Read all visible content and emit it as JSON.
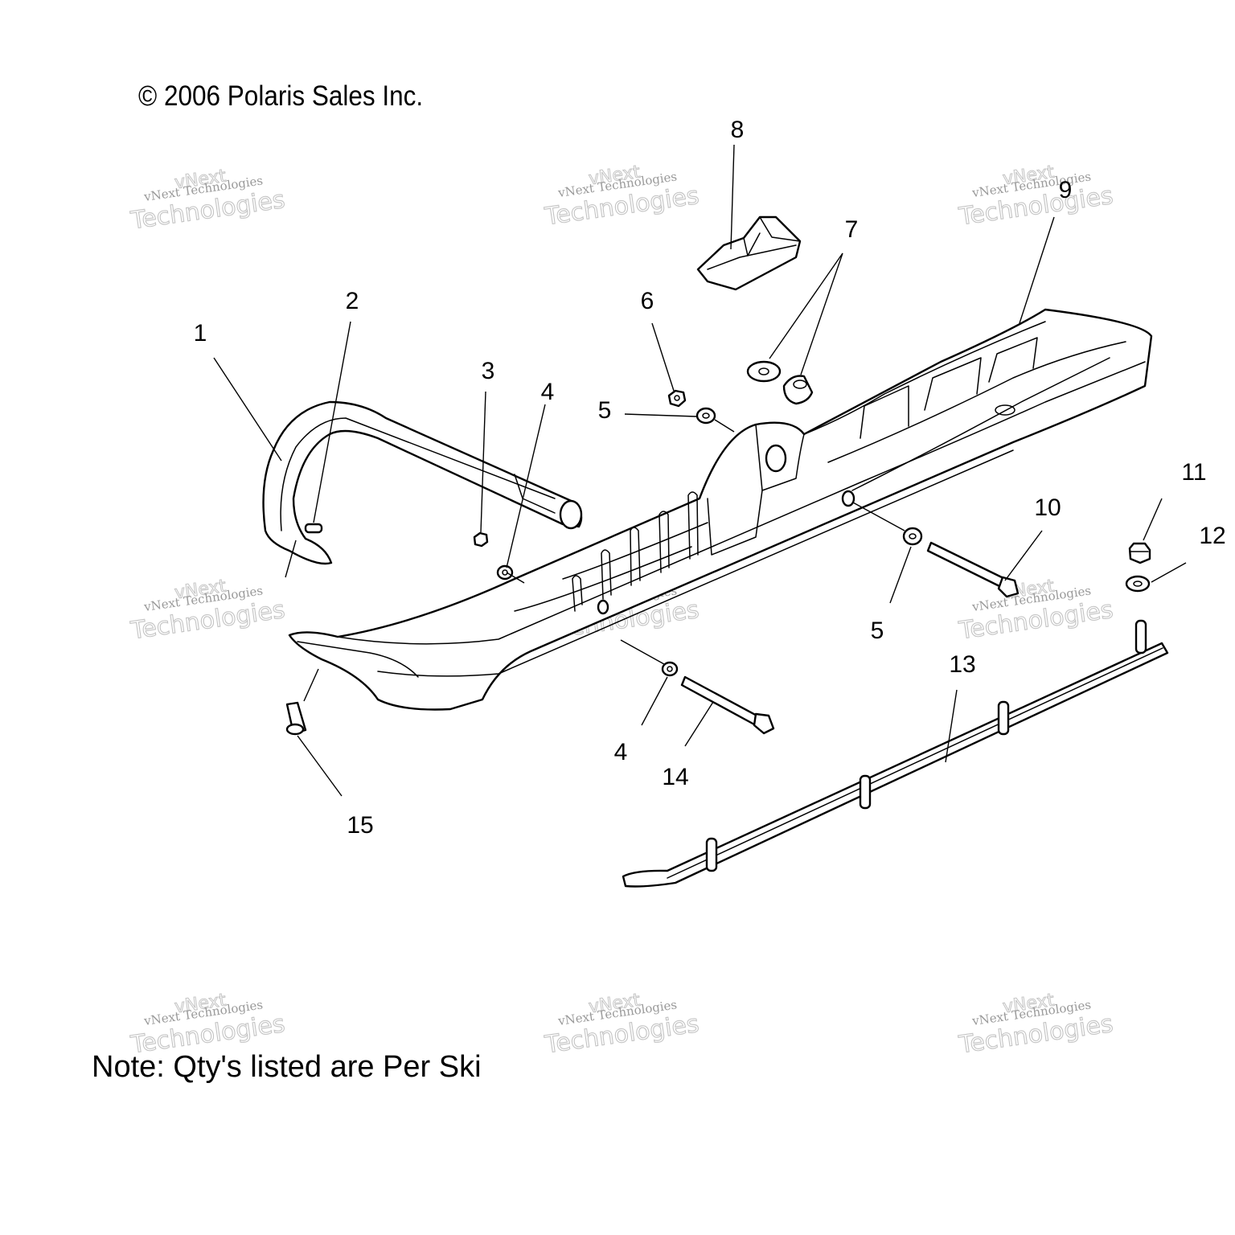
{
  "copyright": "© 2006 Polaris Sales Inc.",
  "note": "Note: Qty's listed are Per Ski",
  "watermark": {
    "line1": "vNext Technologies",
    "line2": "Technologies",
    "line3": "vNext"
  },
  "callouts": [
    {
      "id": "1",
      "label": "1"
    },
    {
      "id": "2",
      "label": "2"
    },
    {
      "id": "3",
      "label": "3"
    },
    {
      "id": "4a",
      "label": "4"
    },
    {
      "id": "4b",
      "label": "4"
    },
    {
      "id": "5a",
      "label": "5"
    },
    {
      "id": "5b",
      "label": "5"
    },
    {
      "id": "6",
      "label": "6"
    },
    {
      "id": "7",
      "label": "7"
    },
    {
      "id": "8",
      "label": "8"
    },
    {
      "id": "9",
      "label": "9"
    },
    {
      "id": "10",
      "label": "10"
    },
    {
      "id": "11",
      "label": "11"
    },
    {
      "id": "12",
      "label": "12"
    },
    {
      "id": "13",
      "label": "13"
    },
    {
      "id": "14",
      "label": "14"
    },
    {
      "id": "15",
      "label": "15"
    }
  ]
}
